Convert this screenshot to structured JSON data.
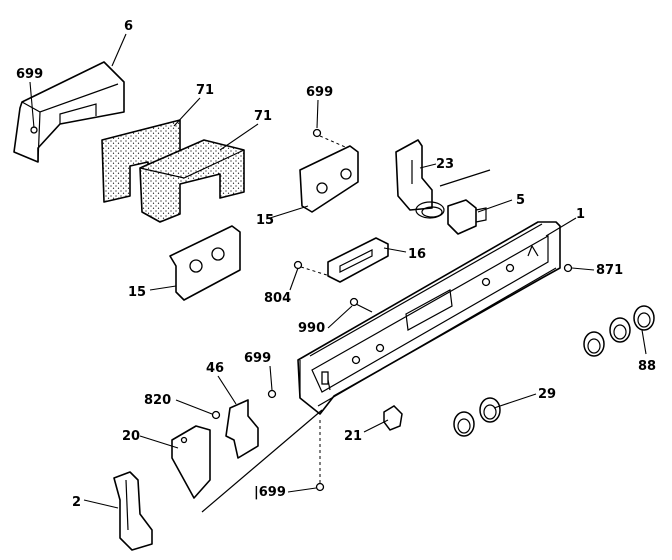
{
  "callouts": {
    "c6": "6",
    "c699_tl": "699",
    "c71_a": "71",
    "c71_b": "71",
    "c699_top": "699",
    "c15_a": "15",
    "c23": "23",
    "c5": "5",
    "c1": "1",
    "c16": "16",
    "c15_b": "15",
    "c804": "804",
    "c871": "871",
    "c990": "990",
    "c88": "88",
    "c46": "46",
    "c699_mid": "699",
    "c820": "820",
    "c20": "20",
    "c29": "29",
    "c21": "21",
    "c2": "2",
    "c699_bot": "|699"
  }
}
